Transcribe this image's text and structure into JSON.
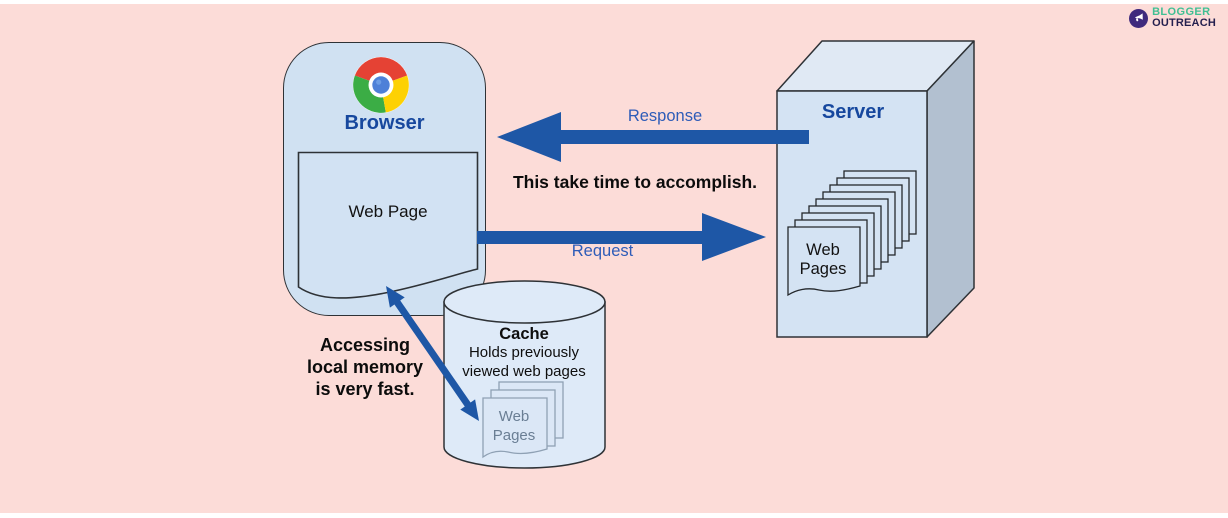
{
  "palette": {
    "background_pink": "#fcdcd8",
    "node_fill_blue": "#d0e1f2",
    "server_top_fill": "#e0e9f4",
    "server_side_fill": "#b2c0d0",
    "cache_fill": "#deeaf8",
    "arrow_blue": "#1e57a6",
    "arrow_label_blue": "#2e5cb8",
    "title_blue": "#17489e",
    "outline_dark": "#2e3236"
  },
  "logo": {
    "icon": "megaphone-icon",
    "line1": "BLOGGER",
    "line2": "OUTREACH"
  },
  "browser": {
    "title": "Browser",
    "webpage_label": "Web Page"
  },
  "server": {
    "title": "Server",
    "pages_label": "Web\nPages"
  },
  "cache": {
    "title": "Cache",
    "subtitle": "Holds previously\nviewed web pages",
    "pages_label": "Web\nPages"
  },
  "arrows": {
    "response_label": "Response",
    "request_label": "Request"
  },
  "notes": {
    "slow": "This take time to accomplish.",
    "fast": "Accessing\nlocal memory\nis very fast."
  }
}
